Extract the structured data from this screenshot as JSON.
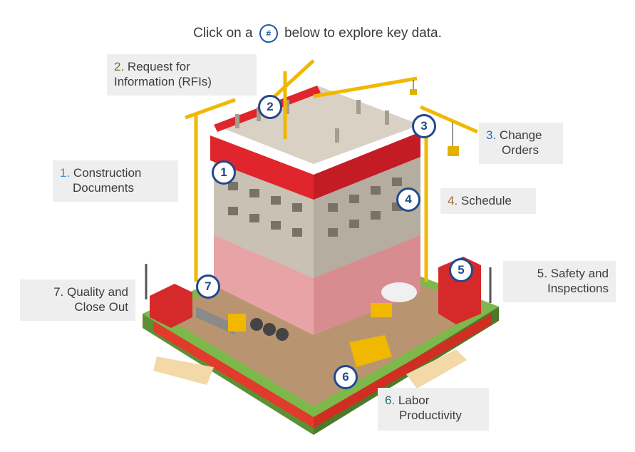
{
  "header": {
    "before": "Click on a",
    "badge": "#",
    "after": "below to explore key data."
  },
  "markers": [
    "1",
    "2",
    "3",
    "4",
    "5",
    "6",
    "7"
  ],
  "labels": [
    {
      "num": "1.",
      "text1": "Construction",
      "text2": "Documents",
      "color": "#3b8fd1"
    },
    {
      "num": "2.",
      "text1": "Request for",
      "text2": "Information (RFIs)",
      "color": "#5a7a2a"
    },
    {
      "num": "3.",
      "text1": "Change",
      "text2": "Orders",
      "color": "#2d6fb8"
    },
    {
      "num": "4.",
      "text1": "Schedule",
      "text2": "",
      "color": "#a06a2a"
    },
    {
      "num": "5.",
      "text1": "Safety and",
      "text2": "Inspections",
      "color": "#3d3d3d"
    },
    {
      "num": "6.",
      "text1": "Labor",
      "text2": "Productivity",
      "color": "#1f6a6a"
    },
    {
      "num": "7.",
      "text1": "Quality and",
      "text2": "Close Out",
      "color": "#3d3d3d"
    }
  ]
}
